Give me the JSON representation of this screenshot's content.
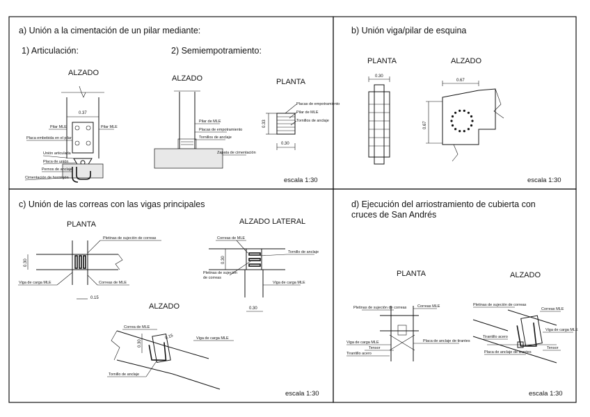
{
  "panel_a": {
    "title": "a) Unión a la cimentación de un pilar mediante:",
    "sub1": "1) Articulación:",
    "sub2": "2) Semiempotramiento:",
    "alzado1": "ALZADO",
    "alzado2": "ALZADO",
    "planta": "PLANTA",
    "dims": {
      "w037": "0.37",
      "h033": "0.33",
      "w030": "0.30"
    },
    "labels_left": [
      "Pilar MLE",
      "Placa embebida en el pilar",
      "Unión articulada",
      "Placa de unión",
      "Pernos de anclaje",
      "Cimentación de hormigón"
    ],
    "label_right": "Pilar MLE",
    "labels_semi": [
      "Pilar de MLE",
      "Placas de empotramiento",
      "Tornillos de anclaje",
      "Zapata de cimentación"
    ],
    "labels_planta": [
      "Placas de empotramiento",
      "Pilar de MLE",
      "Tornillos de anclaje"
    ],
    "scale": "escala 1:30"
  },
  "panel_b": {
    "title": "b) Unión viga/pilar de esquina",
    "planta": "PLANTA",
    "alzado": "ALZADO",
    "dims": {
      "w030": "0.30",
      "w067": "0.67",
      "h067": "0.67"
    },
    "scale": "escala 1:30"
  },
  "panel_c": {
    "title": "c) Unión de las correas con las vigas principales",
    "planta": "PLANTA",
    "alzado_lateral": "ALZADO LATERAL",
    "alzado": "ALZADO",
    "dims": {
      "h030a": "0.30",
      "w015a": "0.15",
      "h030b": "0.30",
      "w030b": "0.30",
      "h030c": "0.30",
      "w015c": "0.15"
    },
    "labels": {
      "pletinas": "Pletinas de sujeción de correas",
      "viga_carga": "Viga de carga MLE",
      "correas": "Correas de MLE",
      "correas2": "Correas de MLE",
      "tornillo": "Tornillo de anclaje",
      "pletinas2a": "Pletinas de sujeción",
      "pletinas2b": "de correas",
      "viga_carga2": "Viga de carga MLE",
      "correa3": "Correa de MLE",
      "viga_carga3": "Viga de carga MLE",
      "tornillo3": "Tornillo de anclaje"
    },
    "scale": "escala 1:30"
  },
  "panel_d": {
    "title_line1": "d) Ejecución del arriostramiento de cubierta con",
    "title_line2": "cruces de San Andrés",
    "planta": "PLANTA",
    "alzado": "ALZADO",
    "labels_planta": [
      "Pletinas de sujeción de correas",
      "Correas MLE",
      "Viga de carga MLE",
      "Placa de anclaje de tirantes",
      "Tensor",
      "Tirantillo acero"
    ],
    "labels_alzado": [
      "Pletinas de sujeción de correas",
      "Correas MLE",
      "Viga de carga MLE",
      "Tirantillo acero",
      "Tensor",
      "Placa de anclaje de tirantes"
    ],
    "scale": "escala 1:30"
  }
}
